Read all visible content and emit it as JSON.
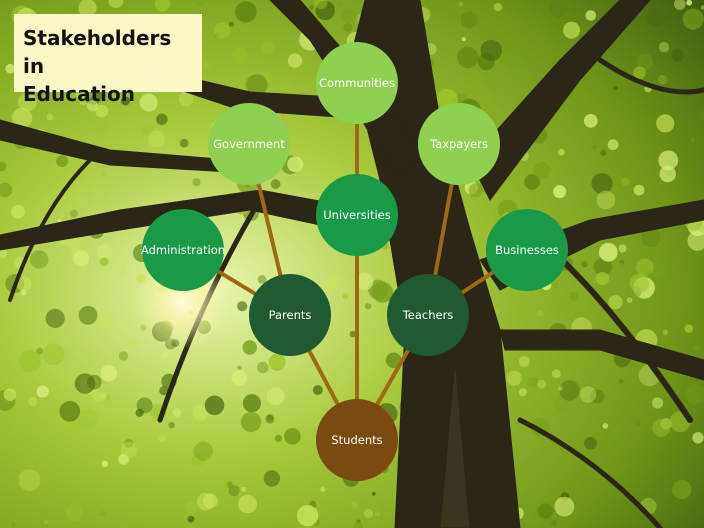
{
  "title": "Stakeholders in\nEducation",
  "colors": {
    "light_green": "#8fd052",
    "mid_green": "#1a9a46",
    "dark_green": "#1f5a31",
    "brown": "#7a4a10",
    "connector": "#9b6a12"
  },
  "nodes": [
    {
      "id": "communities",
      "label": "Communities",
      "tone": "light_green"
    },
    {
      "id": "government",
      "label": "Government",
      "tone": "light_green"
    },
    {
      "id": "taxpayers",
      "label": "Taxpayers",
      "tone": "light_green"
    },
    {
      "id": "universities",
      "label": "Universities",
      "tone": "mid_green"
    },
    {
      "id": "administration",
      "label": "Administration",
      "tone": "mid_green"
    },
    {
      "id": "businesses",
      "label": "Businesses",
      "tone": "mid_green"
    },
    {
      "id": "parents",
      "label": "Parents",
      "tone": "dark_green"
    },
    {
      "id": "teachers",
      "label": "Teachers",
      "tone": "dark_green"
    },
    {
      "id": "students",
      "label": "Students",
      "tone": "brown"
    }
  ],
  "edges": [
    [
      "communities",
      "universities"
    ],
    [
      "government",
      "parents"
    ],
    [
      "administration",
      "parents"
    ],
    [
      "taxpayers",
      "teachers"
    ],
    [
      "businesses",
      "teachers"
    ],
    [
      "universities",
      "students"
    ],
    [
      "parents",
      "students"
    ],
    [
      "teachers",
      "students"
    ]
  ]
}
